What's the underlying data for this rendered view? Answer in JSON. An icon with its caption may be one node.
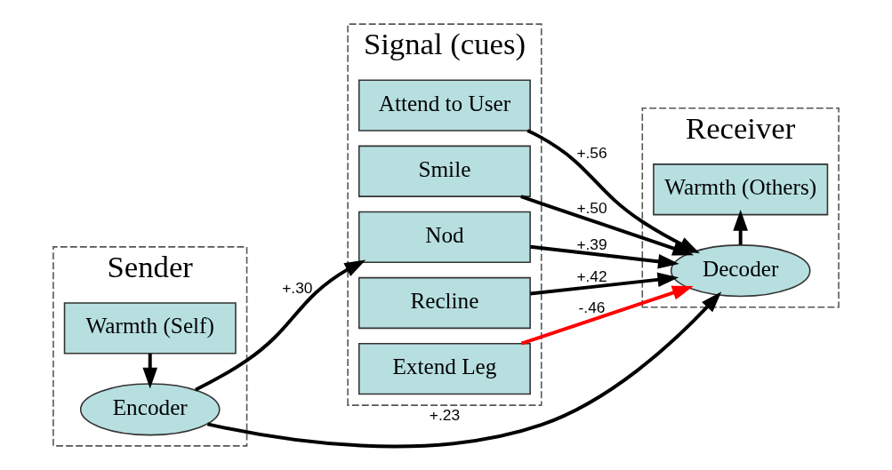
{
  "diagram": {
    "nodes": [
      {
        "text": [
          "Sender"
        ]
      },
      {
        "text": [
          "Warmth (Self)"
        ],
        "in": 0
      },
      {
        "text": [
          "Encoder"
        ],
        "in": 0
      },
      {
        "text": [
          "Signal (cues)"
        ]
      },
      {
        "text": [
          "Attend to User"
        ],
        "in": 3
      },
      {
        "text": [
          "Smile"
        ],
        "in": 3
      },
      {
        "text": [
          "Nod"
        ],
        "in": 3
      },
      {
        "text": [
          "Recline"
        ],
        "in": 3
      },
      {
        "text": [
          "Extend Leg"
        ],
        "in": 3
      },
      {
        "text": [
          "Receiver"
        ]
      },
      {
        "text": [
          "Warmth (Others)"
        ],
        "in": 9
      },
      {
        "text": [
          "Decoder"
        ],
        "in": 9
      }
    ],
    "edges": [
      {
        "from": 1,
        "to": 2,
        "arrow": "to"
      },
      {
        "from": 2,
        "to": 6,
        "arrow": "to",
        "label": "+.30"
      },
      {
        "from": 4,
        "to": 11,
        "arrow": "to",
        "label": "+.56"
      },
      {
        "from": 5,
        "to": 11,
        "arrow": "to",
        "label": "+.50"
      },
      {
        "from": 6,
        "to": 11,
        "arrow": "to",
        "label": "+.39"
      },
      {
        "from": 7,
        "to": 11,
        "arrow": "to",
        "label": "+.42"
      },
      {
        "from": 8,
        "to": 11,
        "arrow": "to",
        "label": "-.46",
        "color": "#ff0000"
      },
      {
        "from": 2,
        "to": 11,
        "arrow": "to",
        "label": "+.23"
      },
      {
        "from": 11,
        "to": 10,
        "arrow": "to"
      }
    ]
  }
}
